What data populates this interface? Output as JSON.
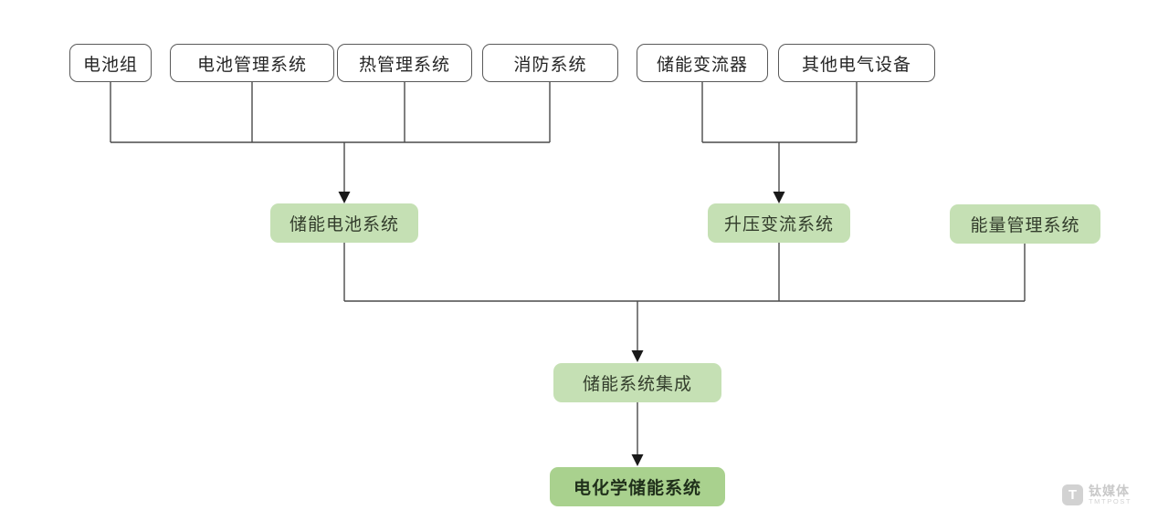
{
  "diagram": {
    "title_implicit": "",
    "top_row": [
      {
        "label": "电池组"
      },
      {
        "label": "电池管理系统"
      },
      {
        "label": "热管理系统"
      },
      {
        "label": "消防系统"
      },
      {
        "label": "储能变流器"
      },
      {
        "label": "其他电气设备"
      }
    ],
    "mid_row": [
      {
        "label": "储能电池系统"
      },
      {
        "label": "升压变流系统"
      },
      {
        "label": "能量管理系统"
      }
    ],
    "integration_node": {
      "label": "储能系统集成"
    },
    "root_node": {
      "label": "电化学储能系统"
    }
  },
  "colors": {
    "background": "#ffffff",
    "box_border": "#595959",
    "connector_line": "#4a4a4a",
    "arrowhead": "#1a1a1a",
    "light_green_fill": "#c5e0b4",
    "dark_green_fill": "#a9d18e",
    "top_box_text": "#262626",
    "green_box_text": "#333d2c"
  },
  "watermark": {
    "logo_letter": "T",
    "brand_cn": "钛媒体",
    "brand_en": "TMTPOST"
  }
}
